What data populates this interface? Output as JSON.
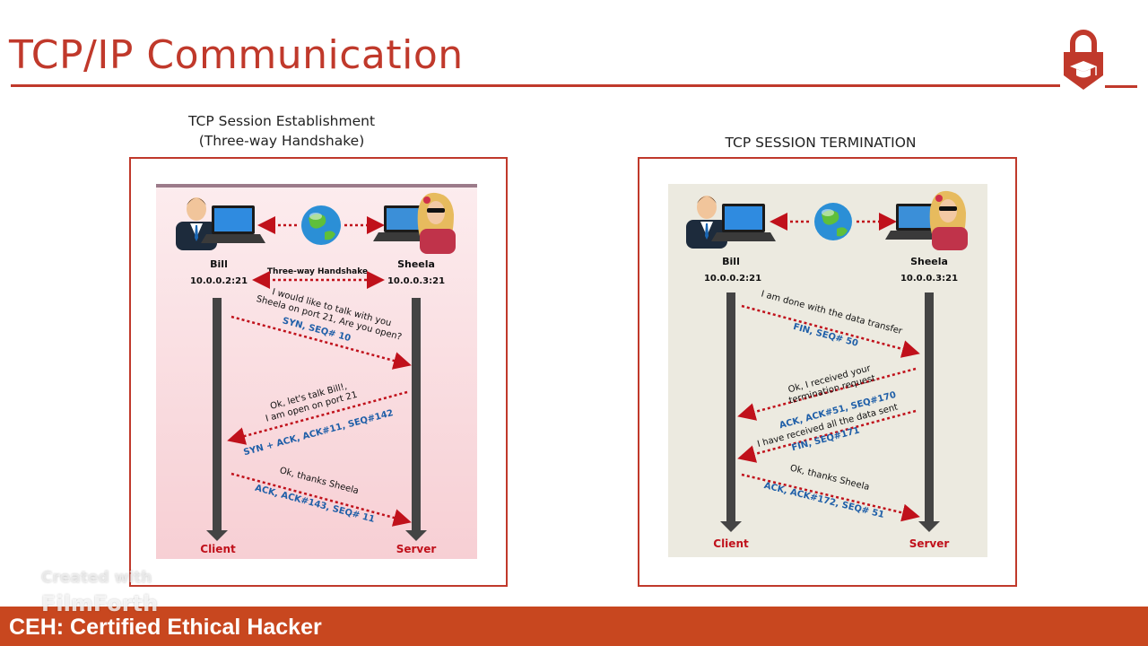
{
  "slide": {
    "title": "TCP/IP Communication",
    "footer": "CEH: Certified Ethical Hacker",
    "watermark_line1": "Created with",
    "watermark_line2": "FilmForth"
  },
  "colors": {
    "accent": "#c0392b",
    "footer_bg": "#c8471f",
    "arrow_red": "#c0111b",
    "seq_blue": "#1f5fa8",
    "left_panel_bg": "#fbe3e6",
    "right_panel_bg": "#eceae0"
  },
  "left_panel": {
    "caption": "TCP Session Establishment\n(Three-way Handshake)",
    "client_name": "Bill",
    "client_ip": "10.0.0.2:21",
    "server_name": "Sheela",
    "server_ip": "10.0.0.3:21",
    "handshake_label": "Three-way Handshake",
    "client_label": "Client",
    "server_label": "Server",
    "messages": [
      {
        "lines": [
          "I would like to talk with you",
          "Sheela on port 21, Are you open?"
        ],
        "seq": "SYN, SEQ# 10",
        "direction": "client-to-server"
      },
      {
        "lines": [
          "Ok, let's talk Bill!,",
          "I am open on port 21"
        ],
        "seq": "SYN + ACK, ACK#11, SEQ#142",
        "direction": "server-to-client"
      },
      {
        "lines": [
          "Ok, thanks Sheela"
        ],
        "seq": "ACK, ACK#143, SEQ# 11",
        "direction": "client-to-server"
      }
    ]
  },
  "right_panel": {
    "caption": "TCP SESSION TERMINATION",
    "client_name": "Bill",
    "client_ip": "10.0.0.2:21",
    "server_name": "Sheela",
    "server_ip": "10.0.0.3:21",
    "client_label": "Client",
    "server_label": "Server",
    "messages": [
      {
        "lines": [
          "I am done with the data transfer"
        ],
        "seq": "FIN, SEQ# 50",
        "direction": "client-to-server"
      },
      {
        "lines": [
          "Ok, I received your",
          "termination request"
        ],
        "seq": "ACK, ACK#51, SEQ#170",
        "direction": "server-to-client"
      },
      {
        "lines": [
          "I have received all the data sent"
        ],
        "seq": "FIN, SEQ#171",
        "direction": "server-to-client"
      },
      {
        "lines": [
          "Ok, thanks Sheela"
        ],
        "seq": "ACK, ACK#172, SEQ# 51",
        "direction": "client-to-server"
      }
    ]
  },
  "icons": {
    "logo": "padlock-graduation-cap-icon",
    "client_person": "businessman-icon",
    "server_person": "woman-icon",
    "computer": "laptop-icon",
    "network": "globe-icon"
  }
}
